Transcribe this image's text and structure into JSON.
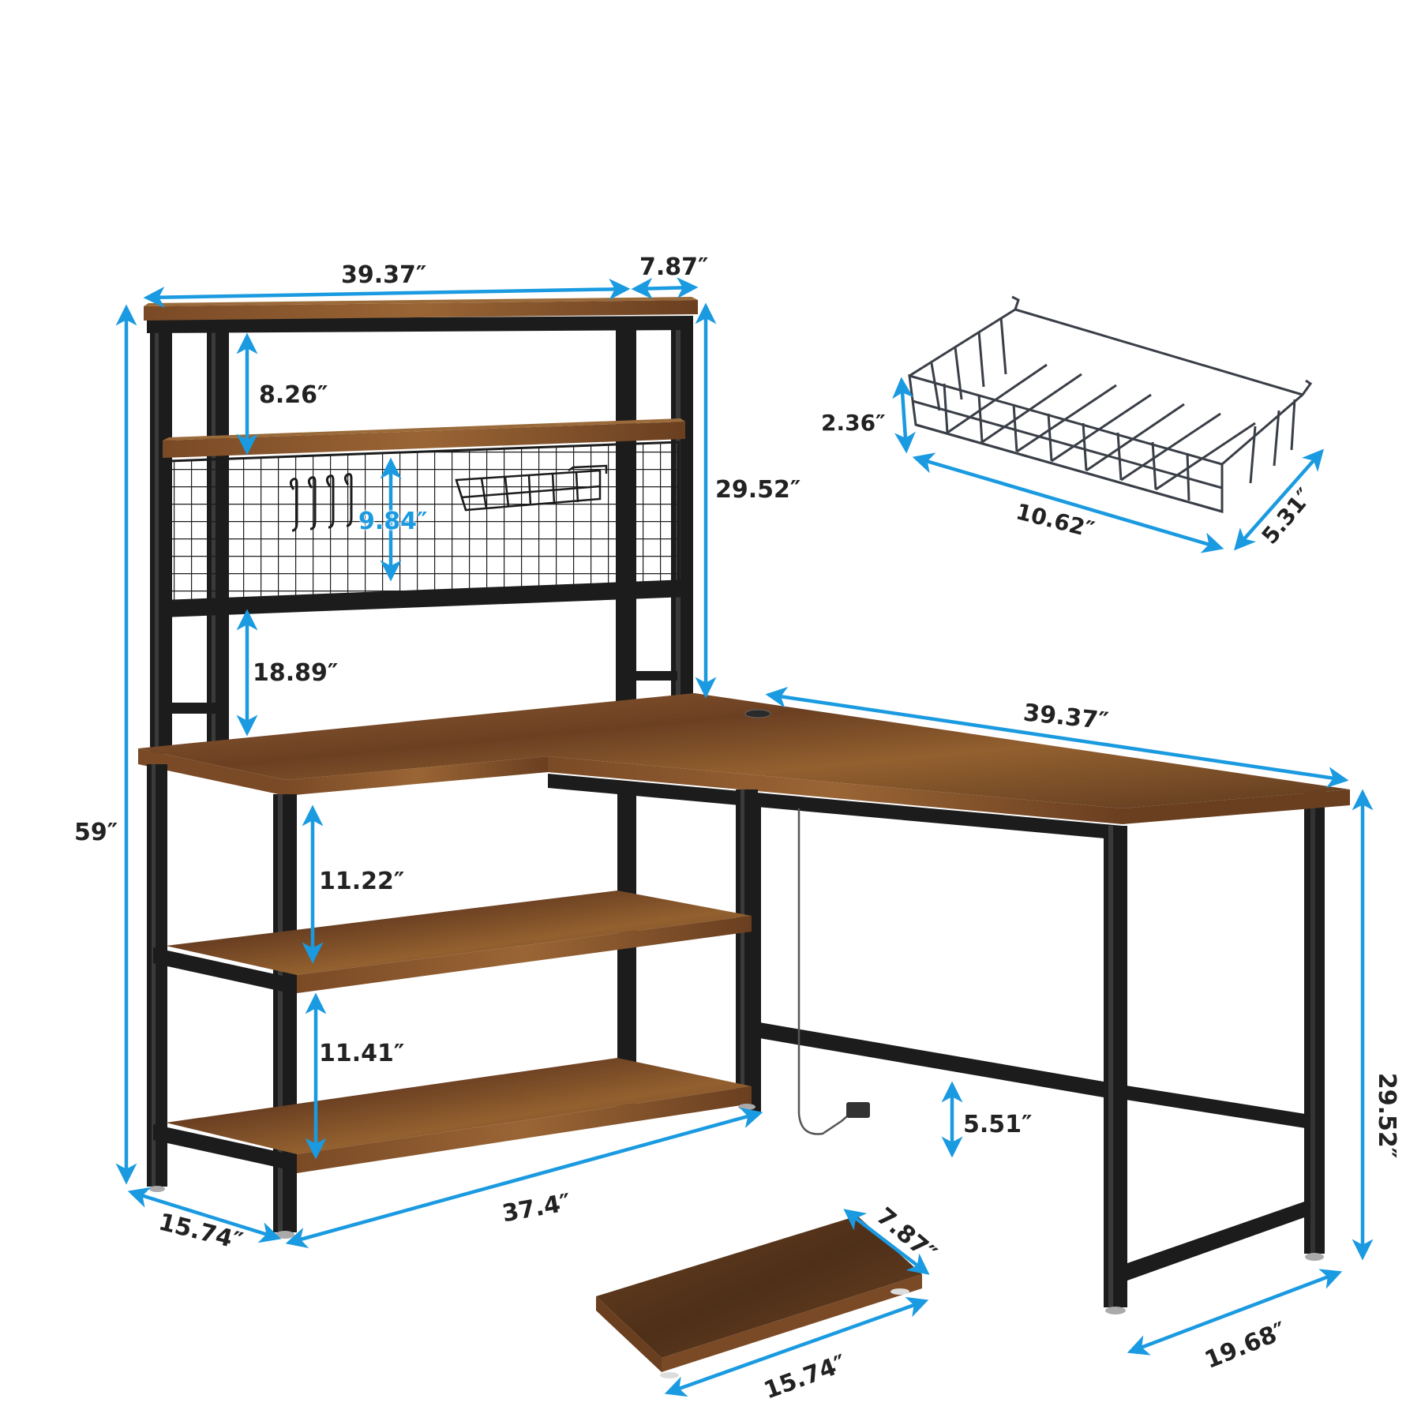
{
  "colors": {
    "accent_blue": "#1a9ae0",
    "wood_top": "#8b5a30",
    "wood_dark": "#5c3a1e",
    "wood_edge": "#6e4424",
    "frame_black": "#1c1c1c",
    "frame_highlight": "#3a3a3a",
    "wire_gray": "#3a3f47",
    "label_text": "#222222",
    "background": "#ffffff"
  },
  "product": {
    "type": "L-shaped corner desk with hutch, storage shelves, pegboard grid, wire basket, hooks and footrest",
    "components": [
      "hutch",
      "pegboard-grid",
      "hooks",
      "mini-wire-basket",
      "desktop-corner",
      "desktop-extension",
      "storage-shelves",
      "power-cord-outlet",
      "footrest-board",
      "detached-wire-basket"
    ]
  },
  "dimensions": {
    "hutch_width": "39.37″",
    "hutch_depth": "7.87″",
    "hutch_top_shelf_gap": "8.26″",
    "grid_height": "9.84″",
    "hutch_lower_gap": "18.89″",
    "hutch_height": "29.52″",
    "total_height": "59″",
    "desk_extension_length": "39.37″",
    "shelf_gap_upper": "11.22″",
    "shelf_gap_lower": "11.41″",
    "crossbar_clearance": "5.51″",
    "desk_height": "29.52″",
    "shelf_unit_length": "37.4″",
    "shelf_unit_depth": "15.74″",
    "desk_depth": "19.68″",
    "footrest_width": "7.87″",
    "footrest_length": "15.74″",
    "basket_height": "2.36″",
    "basket_length": "10.62″",
    "basket_depth": "5.31″"
  }
}
